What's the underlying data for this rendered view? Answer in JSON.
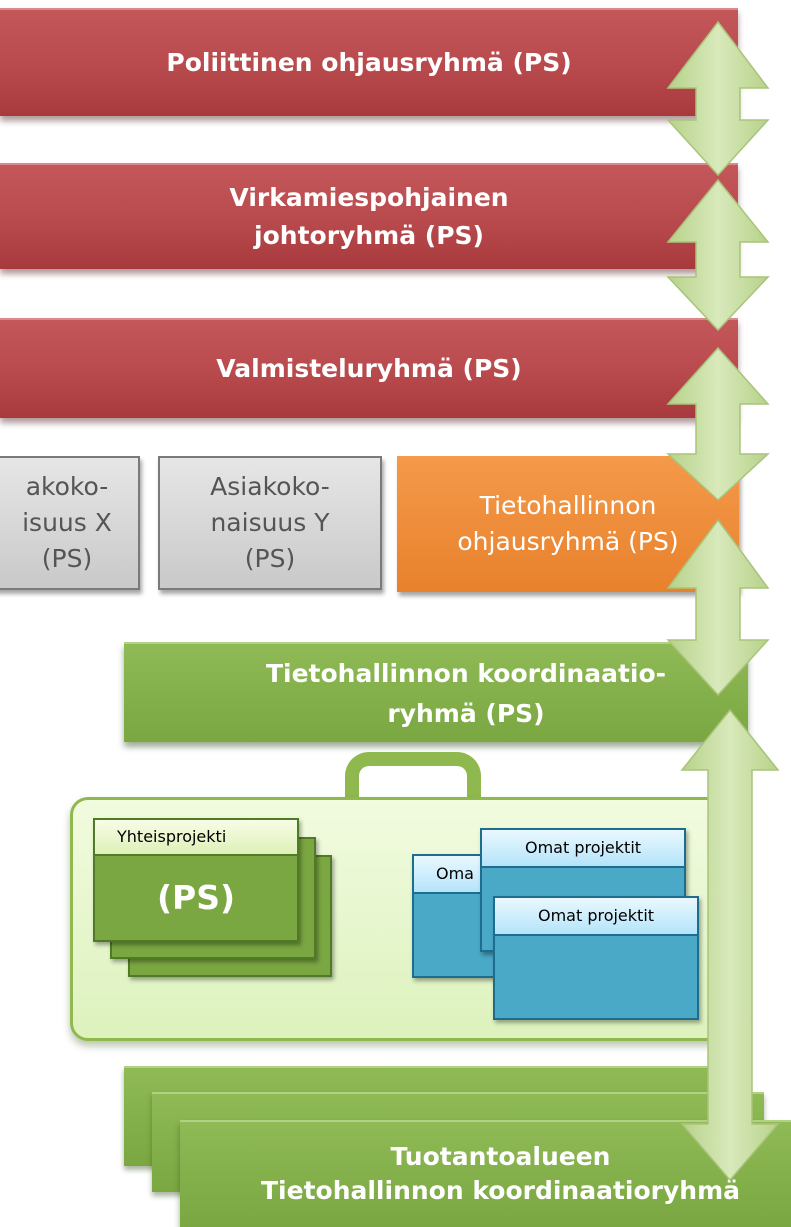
{
  "bars": {
    "poliittinen": "Poliittinen ohjausryhmä (PS)",
    "virkamies_line1": "Virkamiespohjainen",
    "virkamies_line2": "johtoryhmä (PS)",
    "valmistelu": "Valmisteluryhmä (PS)"
  },
  "boxes": {
    "x_line1": "akoko-",
    "x_line2": "isuus X",
    "x_line3": "(PS)",
    "y_line1": "Asiakoko-",
    "y_line2": "naisuus Y",
    "y_line3": "(PS)",
    "tieto_line1": "Tietohallinnon",
    "tieto_line2": "ohjausryhmä (PS)"
  },
  "koordinaatio": {
    "line1": "Tietohallinnon koordinaatio-",
    "line2": "ryhmä (PS)"
  },
  "case": {
    "yhteis_label": "Yhteisprojekti",
    "yhteis_ps": "(PS)",
    "omat_back": "Oma",
    "omat_mid": "Omat projektit",
    "omat_front": "Omat projektit"
  },
  "tuotanto": {
    "line1": "Tuotantoalueen",
    "line2": "Tietohallinnon koordinaatioryhmä"
  },
  "colors": {
    "red": "#b84a4d",
    "orange": "#ef8d3a",
    "green": "#86b24c",
    "arrow": "#c9dfa3",
    "blue": "#49a9c6"
  }
}
